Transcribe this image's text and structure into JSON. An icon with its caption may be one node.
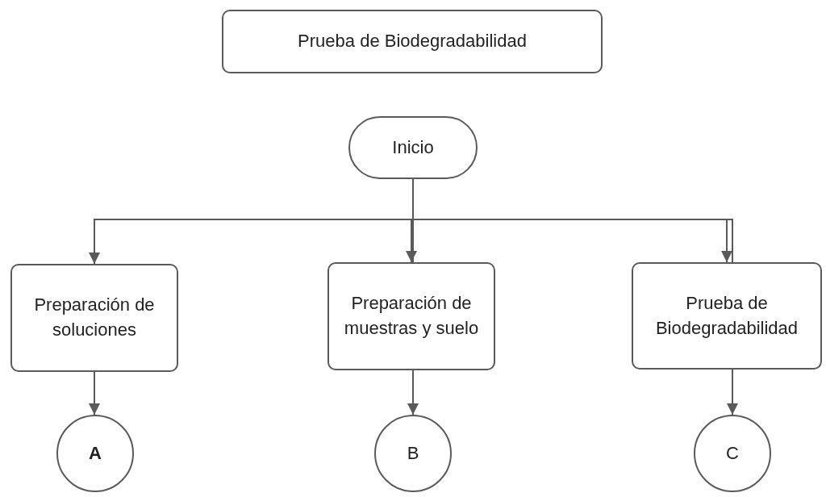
{
  "diagram": {
    "nodes": [
      {
        "text": [
          "Prueba de Biodegradabilidad"
        ]
      },
      {
        "text": [
          "Inicio"
        ]
      },
      {
        "text": [
          "Preparación de soluciones"
        ]
      },
      {
        "text": [
          "Preparación de muestras y suelo"
        ]
      },
      {
        "text": [
          "Prueba de Biodegradabilidad"
        ]
      },
      {
        "text": [
          "A"
        ]
      },
      {
        "text": [
          "B"
        ]
      },
      {
        "text": [
          "C"
        ]
      }
    ],
    "edges": [
      {
        "from": 1,
        "to": 2,
        "arrow": "to"
      },
      {
        "from": 1,
        "to": 3,
        "arrow": "to"
      },
      {
        "from": 1,
        "to": 4,
        "arrow": "to"
      },
      {
        "from": 2,
        "to": 5,
        "arrow": "to"
      },
      {
        "from": 3,
        "to": 6,
        "arrow": "to"
      },
      {
        "from": 4,
        "to": 7,
        "arrow": "to"
      }
    ]
  }
}
